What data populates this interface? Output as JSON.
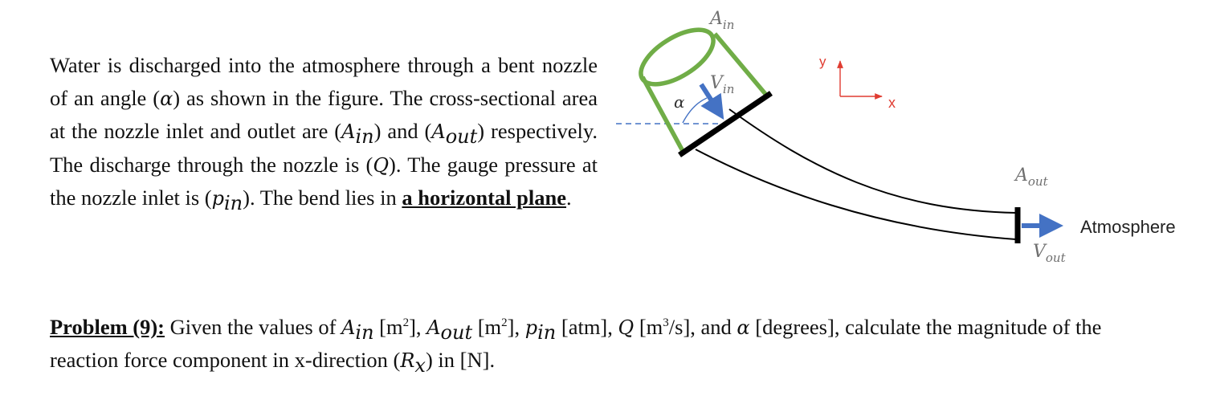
{
  "description": {
    "s1": "Water is discharged into the atmosphere through a bent nozzle of an angle (",
    "alpha": "α",
    "s2": ") as shown in the figure. The cross-sectional area at the nozzle inlet and outlet are (",
    "A": "A",
    "in": "in",
    "s3": ") and (",
    "out": "out",
    "s4": ") respectively. The discharge through the nozzle is (",
    "Q": "Q",
    "s5": "). The gauge pressure at the nozzle inlet is (",
    "p": "p",
    "s6": "). The bend lies in ",
    "emphasis": "a horizontal plane",
    "s7": "."
  },
  "problem": {
    "label": "Problem (9):",
    "t1": " Given the values of ",
    "A": "A",
    "in": "in",
    "m2": " [m",
    "two": "2",
    "t2": "], ",
    "out": "out",
    "t3": "], ",
    "p": "p",
    "atm": " [atm], ",
    "Q": "Q",
    "m3s": " [m",
    "three": "3",
    "t4": "/s], and ",
    "alpha": "α",
    "t5": " [degrees], calculate the magnitude of the reaction force component in x-direction (",
    "R": "R",
    "x": "x",
    "t6": ") in [N]."
  },
  "figure": {
    "A_in": {
      "base": "A",
      "sub": "in"
    },
    "V_in": {
      "base": "V",
      "sub": "in"
    },
    "A_out": {
      "base": "A",
      "sub": "out"
    },
    "V_out": {
      "base": "V",
      "sub": "out"
    },
    "alpha": "α",
    "axis_x": "x",
    "axis_y": "y",
    "atmosphere": "Atmosphere"
  },
  "colors": {
    "inlet_green": "#70AD47",
    "arrow_blue": "#4472C4",
    "axis_red": "#E03C31",
    "dashed_blue": "#4472C4",
    "text_gray": "#6f6f6f"
  }
}
